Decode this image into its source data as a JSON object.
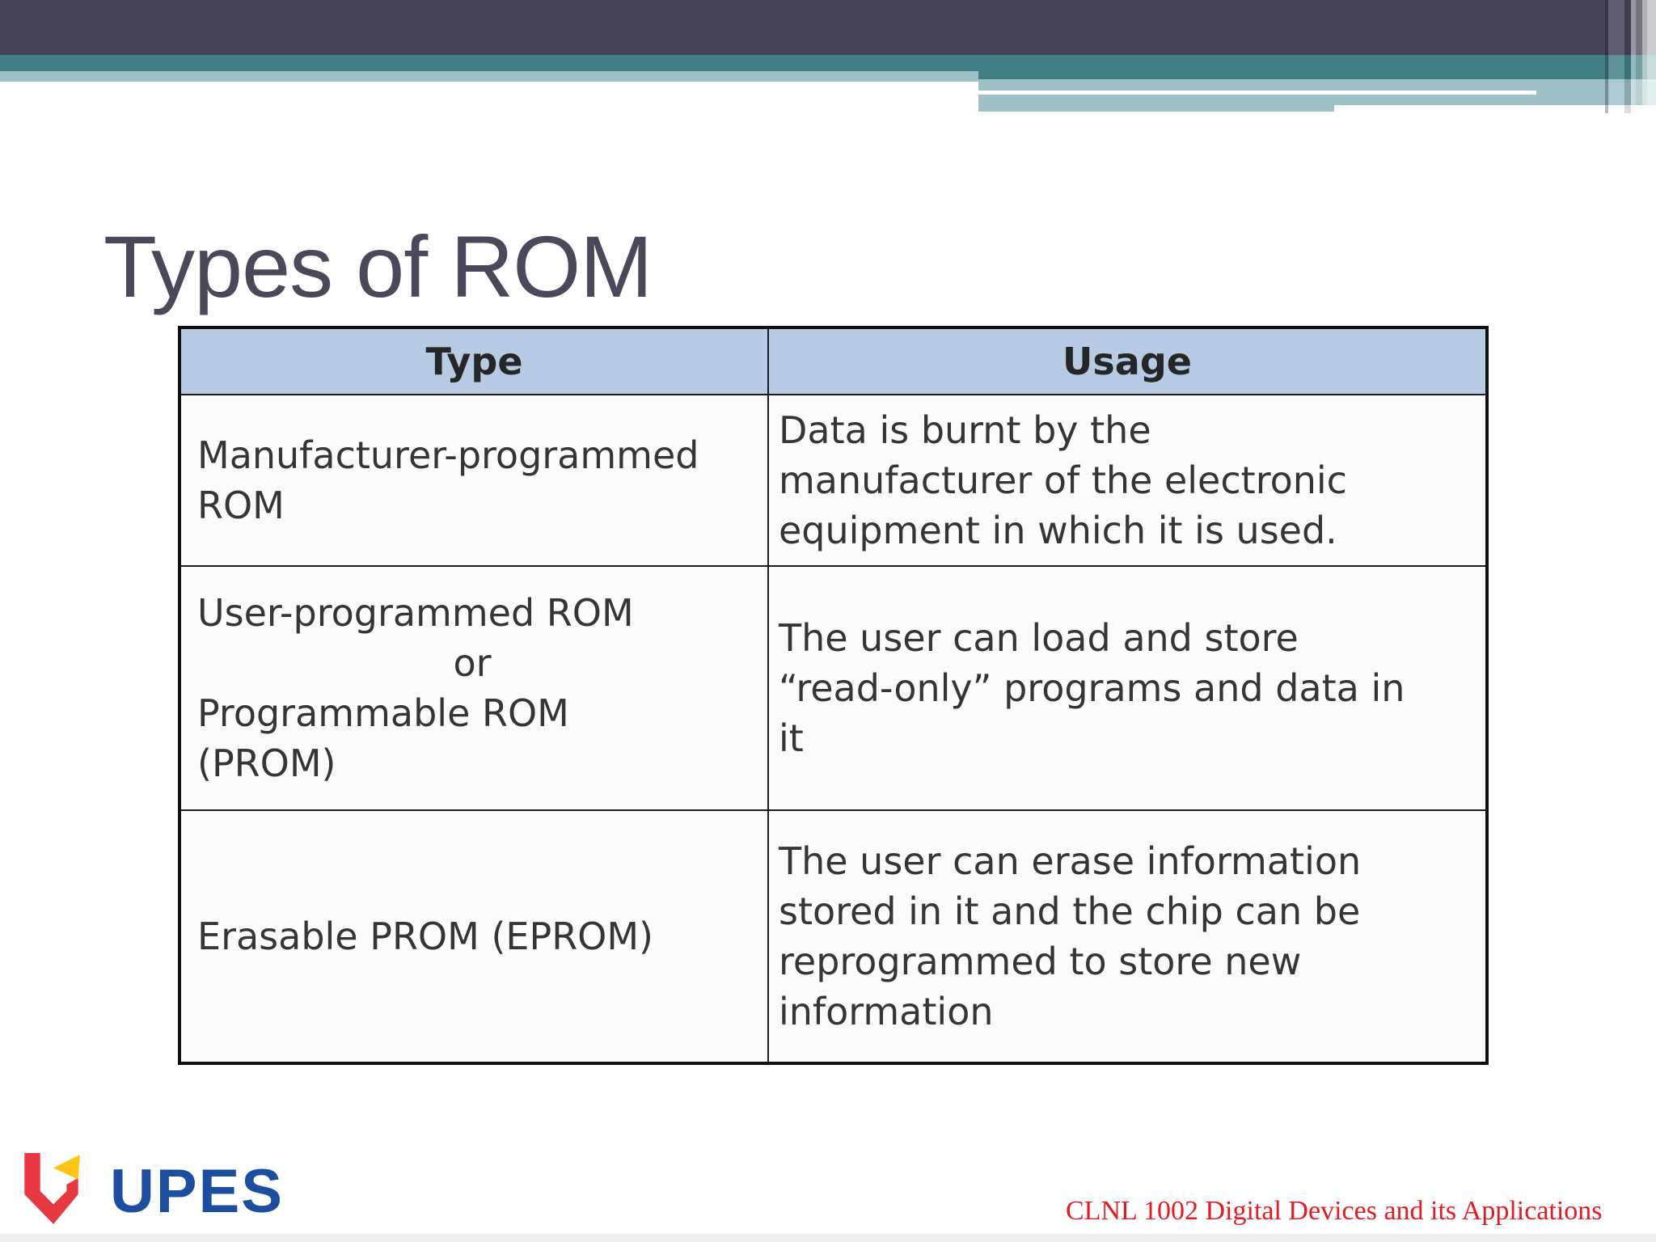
{
  "slide": {
    "title": "Types of ROM",
    "footer": "CLNL 1002 Digital Devices and its Applications"
  },
  "logo": {
    "wordmark": "UPES",
    "mark": "upes-shield-icon"
  },
  "table": {
    "headers": {
      "type": "Type",
      "usage": "Usage"
    },
    "rows": [
      {
        "type": "Manufacturer-programmed ROM",
        "usage": "Data is burnt by the manufacturer of the electronic equipment in which it is used."
      },
      {
        "type_lines": [
          "User-programmed ROM",
          "or",
          "Programmable ROM",
          "(PROM)"
        ],
        "usage": "The user can load and store “read-only” programs and data in it"
      },
      {
        "type": "Erasable PROM (EPROM)",
        "usage": "The user can erase information stored in it and the chip can be reprogrammed to store new information"
      }
    ]
  },
  "colors": {
    "band_dark": "#454457",
    "band_teal": "#438086",
    "band_light": "#9fc0c7",
    "table_header_blue": "#b8cbe4",
    "table_border": "#101010",
    "title_text": "#4a495c",
    "cell_text": "#353535",
    "footer_red": "#e31b22",
    "logo_red": "#e83942",
    "logo_yellow": "#ffc515",
    "logo_blue": "#1d4d9e"
  }
}
